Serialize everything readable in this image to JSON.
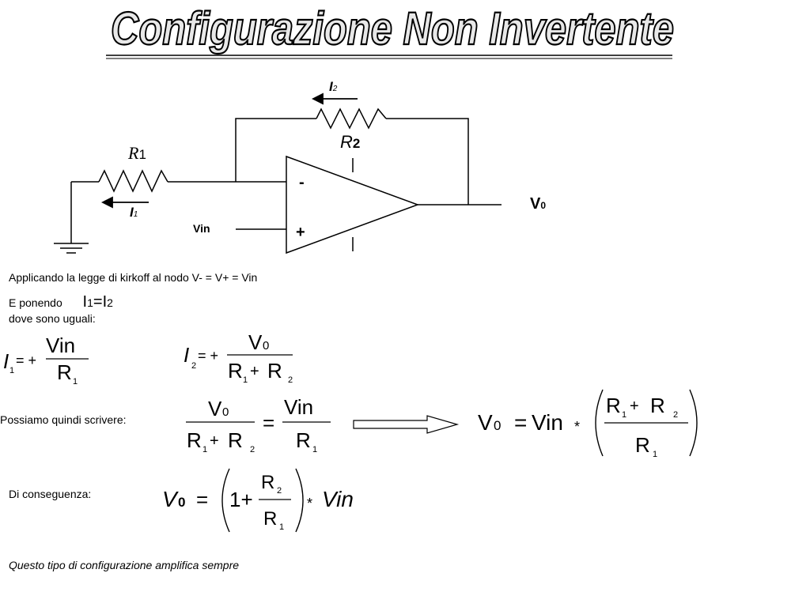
{
  "title": "Configurazione Non Invertente",
  "circuit": {
    "r1_label": "R",
    "r1_index": "1",
    "r2_label": "R",
    "r2_index": "2",
    "i1_label": "I",
    "i1_index": "1",
    "i2_label": "I",
    "i2_index": "2",
    "minus_sign": "-",
    "plus_sign": "+",
    "vin_label": "Vin",
    "vout_label": "V",
    "vout_index": "0"
  },
  "text": {
    "line1": "Applicando la legge di kirkoff al nodo V- = V+ = Vin",
    "line2_prefix": "E ponendo",
    "line2_eq_a": "I",
    "line2_eq_a_idx": "1",
    "line2_eq_eq": "=",
    "line2_eq_b": "I",
    "line2_eq_b_idx": "2",
    "line3": "dove sono uguali:",
    "possiamo": "Possiamo quindi scrivere:",
    "conseguenza": "Di conseguenza:",
    "conclusion": "Questo tipo di configurazione amplifica sempre"
  },
  "eq1": {
    "lhs": "I",
    "lhs_idx": "1",
    "eq": "= +",
    "num": "Vin",
    "den": "R",
    "den_idx": "1"
  },
  "eq2": {
    "lhs": "I",
    "lhs_idx": "2",
    "eq": "= +",
    "num": "V",
    "num_idx": "0",
    "den_a": "R",
    "den_a_idx": "1",
    "plus": "+",
    "den_b": "R",
    "den_b_idx": "2"
  },
  "eq3": {
    "num": "V",
    "num_idx": "0",
    "den_a": "R",
    "den_a_idx": "1",
    "plus": "+",
    "den_b": "R",
    "den_b_idx": "2",
    "eq": "=",
    "rhs_num": "Vin",
    "rhs_den": "R",
    "rhs_den_idx": "1"
  },
  "eq4": {
    "lhs": "V",
    "lhs_idx": "0",
    "eq": "=",
    "vin": "Vin",
    "times": "*",
    "num_a": "R",
    "num_a_idx": "1",
    "plus": "+",
    "num_b": "R",
    "num_b_idx": "2",
    "den": "R",
    "den_idx": "1"
  },
  "eq5": {
    "lhs": "V",
    "lhs_idx": "0",
    "eq": "=",
    "one_plus": "1+",
    "num": "R",
    "num_idx": "2",
    "den": "R",
    "den_idx": "1",
    "times": "*",
    "vin": "Vin"
  }
}
